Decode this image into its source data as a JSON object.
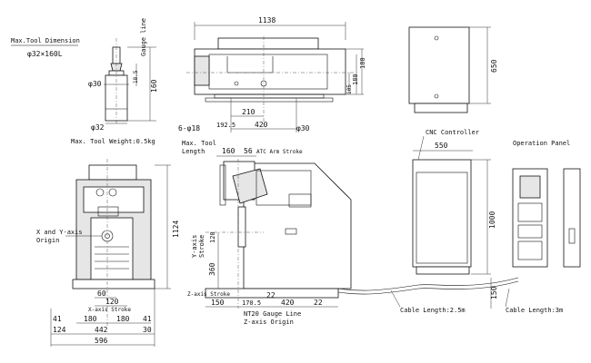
{
  "tool_spec": {
    "title": "Max.Tool Dimension",
    "size": "φ32×160L",
    "weight": "Max. Tool Weight:0.5kg",
    "gauge_line": "Gauge line",
    "dia_30": "φ30",
    "dia_32": "φ32",
    "len_185": "18.5",
    "len_160": "160"
  },
  "top_view": {
    "width": "1138",
    "d210": "210",
    "d420": "420",
    "d1925": "192.5",
    "holes": "6-φ18",
    "dia30": "φ30",
    "d105": "105",
    "d180a": "180",
    "d180b": "180"
  },
  "cnc_top": {
    "depth": "650"
  },
  "front_view": {
    "height": "1124",
    "origin": "X and Y-axis\nOrigin",
    "d60": "60",
    "d120": "120",
    "x_stroke": "X-axis Stroke",
    "d180a": "180",
    "d180b": "180",
    "d41a": "41",
    "d41b": "41",
    "d124": "124",
    "d442": "442",
    "d30": "30",
    "d596": "596"
  },
  "side_view": {
    "max_tool_length": "Max. Tool\nLength",
    "d160": "160",
    "d56": "56",
    "atc": "ATC Arm Stroke",
    "y_stroke": "Y-axis\nStroke",
    "d120": "120",
    "d360": "360",
    "z_stroke": "Z-axis Stroke",
    "d150": "150",
    "d1705": "170.5",
    "d22a": "22",
    "d420": "420",
    "d22b": "22",
    "gauge": "NT20 Gauge Line",
    "z_origin": "Z-axis Origin"
  },
  "cnc": {
    "label": "CNC Controller",
    "width": "550",
    "height": "1000",
    "cable": "Cable Length:2.5m"
  },
  "panel": {
    "label": "Operation Panel",
    "cable": "Cable Length:3m",
    "d150": "150"
  }
}
